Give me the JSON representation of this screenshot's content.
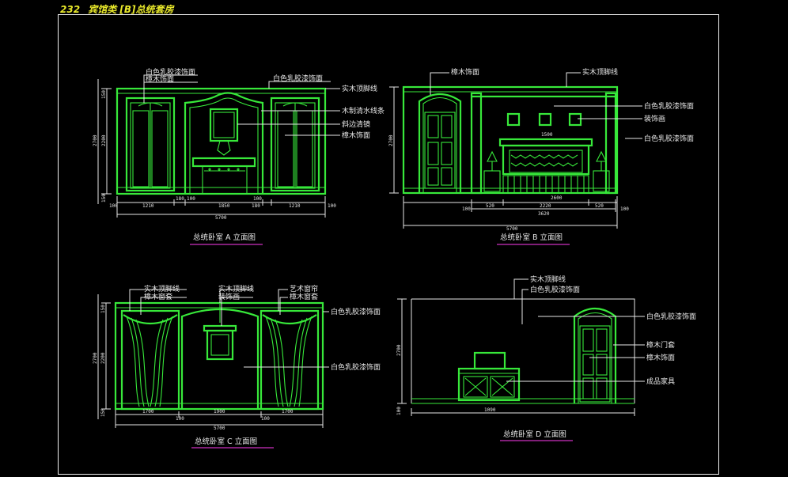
{
  "header": {
    "page_no": "232",
    "title": "宾馆类 [B]总统套房"
  },
  "views": {
    "a": {
      "title": "总统卧室 A 立面图",
      "labels": [
        "白色乳胶漆饰面",
        "樟木饰面",
        "白色乳胶漆饰面",
        "实木顶脚线",
        "木制清水线条",
        "斜边清镜",
        "樟木饰面"
      ],
      "dims_bottom": [
        "1210",
        "180",
        "1850",
        "180",
        "1210"
      ],
      "dims_small": [
        "100",
        "100",
        "100",
        "100"
      ],
      "dim_total": "5700",
      "dims_side": [
        "2200",
        "2700",
        "150",
        "150"
      ]
    },
    "b": {
      "title": "总统卧室 B 立面图",
      "labels": [
        "樟木饰面",
        "实木顶脚线",
        "白色乳胶漆饰面",
        "装饰画",
        "白色乳胶漆饰面"
      ],
      "dims_bottom": [
        "520",
        "2220",
        "520"
      ],
      "dim_2600": "2600",
      "dim_3620": "3620",
      "dim_total": "5700",
      "dim_1500": "1500",
      "dims_small": [
        "100",
        "100"
      ],
      "dims_side": [
        "2700"
      ]
    },
    "c": {
      "title": "总统卧室 C 立面图",
      "labels": [
        "实木顶脚线",
        "樟木窗套",
        "实木顶脚线",
        "装饰画",
        "艺术窗帘",
        "樟木窗套",
        "白色乳胶漆饰面",
        "白色乳胶漆饰面"
      ],
      "dims_bottom": [
        "1700",
        "1900",
        "1700"
      ],
      "dims_small": [
        "100",
        "100"
      ],
      "dim_total": "5700",
      "dims_side": [
        "2200",
        "2700",
        "150",
        "150"
      ]
    },
    "d": {
      "title": "总统卧室 D 立面图",
      "labels": [
        "实木顶脚线",
        "白色乳胶漆饰面",
        "白色乳胶漆饰面",
        "樟木门套",
        "樟木饰面",
        "成品家具"
      ],
      "dims_bottom": [
        "1090"
      ],
      "dims_side": [
        "2700"
      ],
      "dims_small": [
        "100"
      ]
    }
  }
}
